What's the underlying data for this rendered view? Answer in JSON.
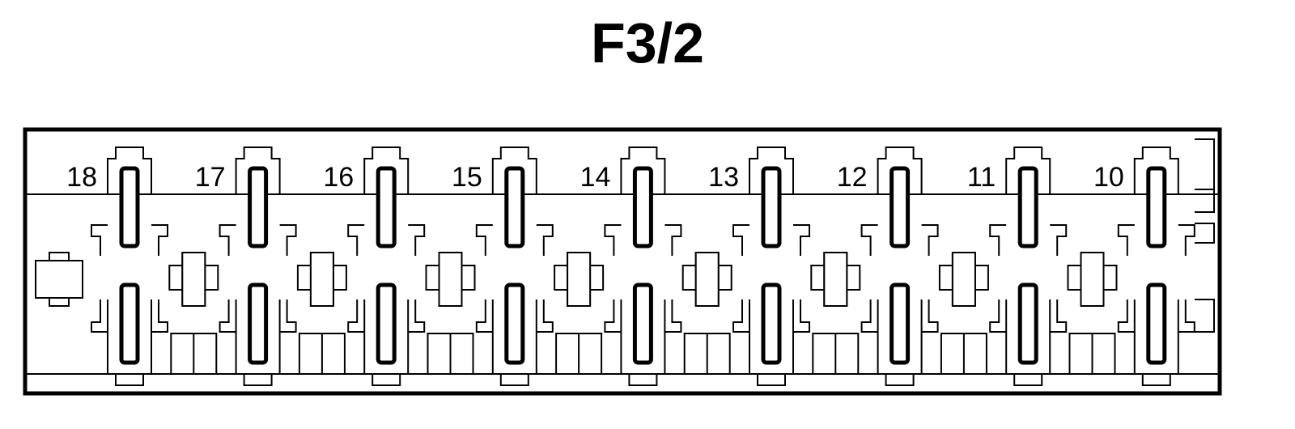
{
  "title": "F3/2",
  "positions": [
    "18",
    "17",
    "16",
    "15",
    "14",
    "13",
    "12",
    "11",
    "10"
  ],
  "colors": {
    "line": "#000000",
    "background": "#ffffff"
  }
}
